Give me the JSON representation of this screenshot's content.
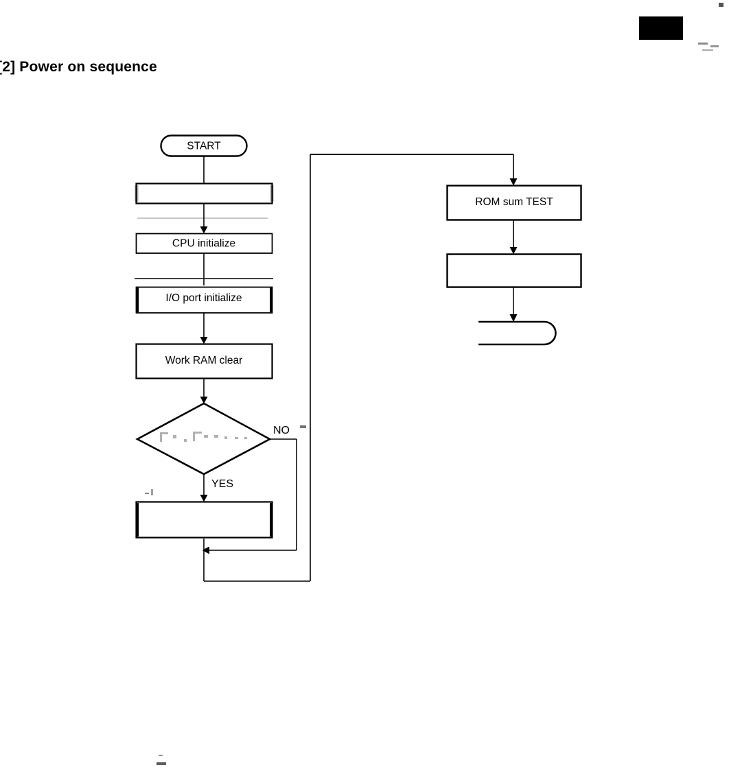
{
  "page": {
    "heading": "[2] Power on sequence",
    "redaction_color": "#000000",
    "ink_color": "#000000",
    "background_color": "#ffffff"
  },
  "chart_data": {
    "type": "diagram",
    "diagram_kind": "flowchart",
    "title": "[2] Power on sequence",
    "orientation": "top-to-bottom, two columns",
    "nodes": [
      {
        "id": "start",
        "shape": "terminator",
        "label": "START",
        "column": "left",
        "legible": true
      },
      {
        "id": "box-blank-1",
        "shape": "process",
        "label": "",
        "column": "left",
        "legible": false
      },
      {
        "id": "cpu-init",
        "shape": "process",
        "label": "CPU initialize",
        "column": "left",
        "legible": true
      },
      {
        "id": "io-init",
        "shape": "process",
        "label": "I/O port initialize",
        "column": "left",
        "legible": true
      },
      {
        "id": "work-ram",
        "shape": "process",
        "label": "Work RAM  clear",
        "column": "left",
        "legible": true
      },
      {
        "id": "decision",
        "shape": "decision",
        "label": "",
        "column": "left",
        "legible": false
      },
      {
        "id": "box-blank-2",
        "shape": "process",
        "label": "",
        "column": "left",
        "legible": false
      },
      {
        "id": "rom-sum",
        "shape": "process",
        "label": "ROM sum TEST",
        "column": "right",
        "legible": true
      },
      {
        "id": "box-blank-3",
        "shape": "process",
        "label": "",
        "column": "right",
        "legible": false
      },
      {
        "id": "end",
        "shape": "terminator",
        "label": "",
        "column": "right",
        "legible": false
      }
    ],
    "edges": [
      {
        "from": "start",
        "to": "box-blank-1",
        "label": ""
      },
      {
        "from": "box-blank-1",
        "to": "cpu-init",
        "label": ""
      },
      {
        "from": "cpu-init",
        "to": "io-init",
        "label": ""
      },
      {
        "from": "io-init",
        "to": "work-ram",
        "label": ""
      },
      {
        "from": "work-ram",
        "to": "decision",
        "label": ""
      },
      {
        "from": "decision",
        "to": "box-blank-2",
        "label": "YES"
      },
      {
        "from": "decision",
        "to": "merge",
        "label": "NO"
      },
      {
        "from": "box-blank-2",
        "to": "rom-sum",
        "label": ""
      },
      {
        "from": "rom-sum",
        "to": "box-blank-3",
        "label": ""
      },
      {
        "from": "box-blank-3",
        "to": "end",
        "label": ""
      }
    ],
    "branch_labels": {
      "yes": "YES",
      "no": "NO"
    }
  },
  "flow": {
    "start_label": "START",
    "blank_1_label": "",
    "cpu_init_label": "CPU initialize",
    "io_init_label": "I/O port initialize",
    "work_ram_label": "Work RAM  clear",
    "decision_label": "",
    "blank_2_label": "",
    "rom_sum_label": "ROM sum TEST",
    "blank_3_label": "",
    "end_label": "",
    "no_label": "NO",
    "yes_label": "YES"
  }
}
